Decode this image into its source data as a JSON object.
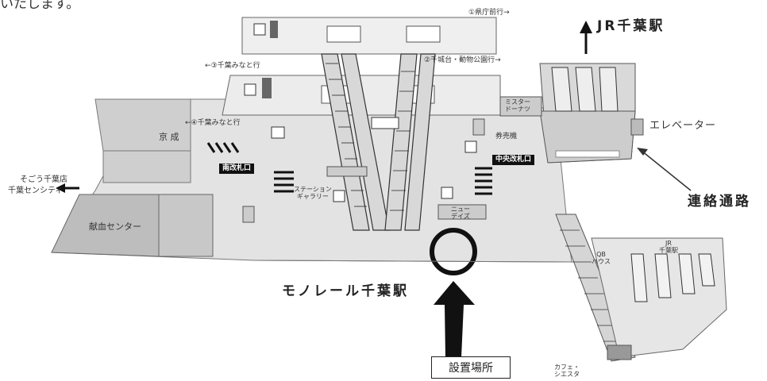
{
  "top_text": "いたします。",
  "exits": {
    "exit1": "①県庁前行→",
    "exit2": "②千城台・動物公園行→",
    "exit3": "←③千葉みなと行",
    "exit4": "←④千葉みなと行"
  },
  "jr_chiba_station": "JR千葉駅",
  "elevator": "エレベーター",
  "connecting_passage": "連絡通路",
  "monorail_station": "モノレール千葉駅",
  "installation_location": "設置場所",
  "keisei": "京 成",
  "sogo": "そごう千葉店",
  "chiba_sensity": "千葉センシティ",
  "blood_center": "献血センター",
  "south_gate": "南改札口",
  "central_gate": "中央改札口",
  "ticket_machine": "券売機",
  "mister_donut": "ミスター\nドーナツ",
  "station_gallery": "ステーション\nギャラリー",
  "newdays": "ニュー\nデイズ",
  "qb_house": "QB\nハウス",
  "jr_chiba_small": "JR\n千葉駅",
  "cafe": "カフェ・\nシエスタ",
  "highlight_color": "#111111"
}
